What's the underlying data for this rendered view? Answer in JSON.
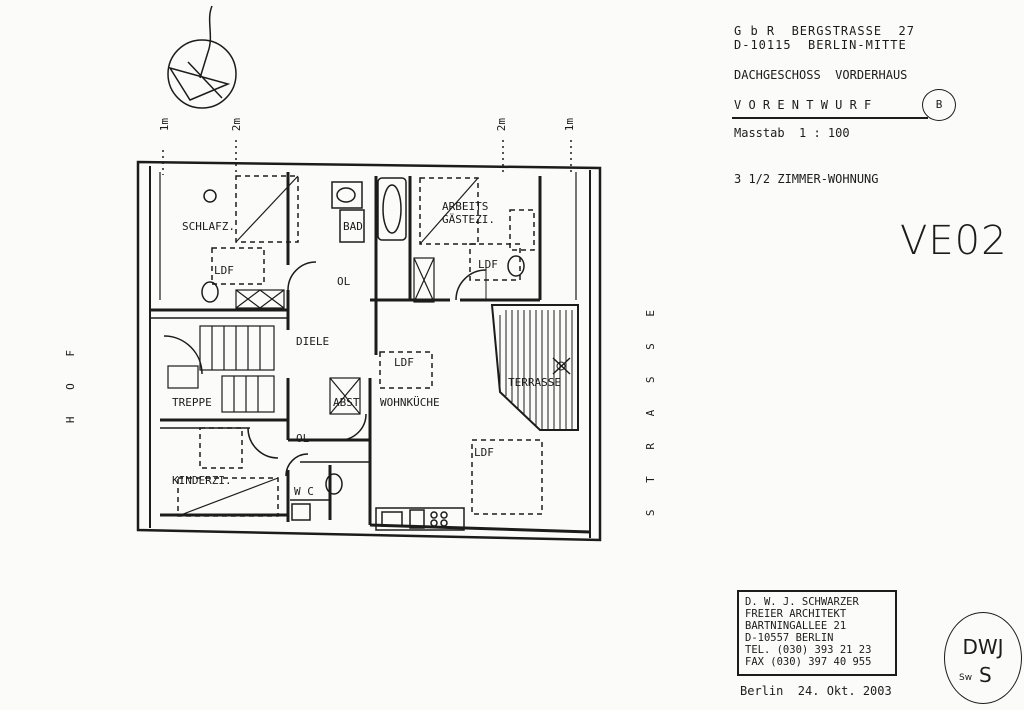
{
  "title_block": {
    "line1": "G b R  BERGSTRASSE  27",
    "line2": "D-10115  BERLIN-MITTE",
    "floor": "DACHGESCHOSS  VORDERHAUS",
    "phase": "V O R E N T W U R F",
    "phase_badge": "B",
    "scale": "Masstab  1 : 100",
    "unit_type": "3 1/2 ZIMMER-WOHNUNG",
    "unit_id": "VE02"
  },
  "architect": {
    "name": "D. W. J. SCHWARZER",
    "title": "FREIER ARCHITEKT",
    "street": "BARTNINGALLEE 21",
    "city": "D-10557  BERLIN",
    "tel": "TEL. (030) 393 21 23",
    "fax": "FAX (030) 397 40 955"
  },
  "date_line": "Berlin  24. Okt. 2003",
  "stamp": {
    "initials": "DWJ",
    "sub": "S",
    "small": "Sw"
  },
  "sides": {
    "left": "H O F",
    "right": "S T R A S S E"
  },
  "dimension_marks": [
    "1m",
    "2m",
    "2m",
    "1m"
  ],
  "rooms": {
    "schlafz": "SCHLAFZ.",
    "bad": "BAD",
    "arbeits": "ARBEITS",
    "gastezi": "GÄSTEZI.",
    "ldf_1": "LDF",
    "ol_1": "OL",
    "ldf_2": "LDF",
    "diele": "DIELE",
    "ldf_3": "LDF",
    "terrasse": "TERRASSE",
    "treppe": "TREPPE",
    "abst": "ABST",
    "wohnkuche": "WOHNKÜCHE",
    "ol_2": "OL",
    "ldf_4": "LDF",
    "kinderzi": "KINDERZI.",
    "wc": "W C"
  },
  "colors": {
    "ink": "#1c1c1c",
    "paper": "#fbfbf9"
  }
}
